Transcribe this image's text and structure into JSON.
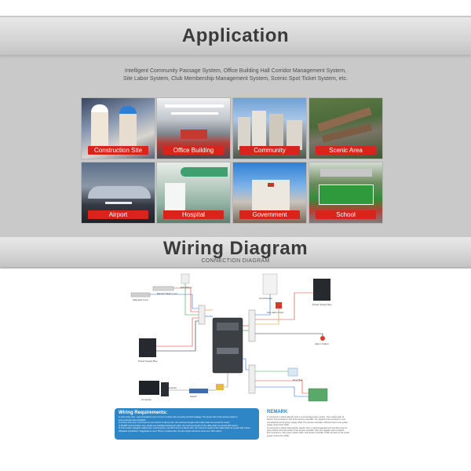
{
  "application": {
    "title": "Application",
    "description_line1": "Intelligent Community Passage System, Office Building Hall Corridor Management System,",
    "description_line2": "Site Labor System, Club Membership Management System, Scenic Spot Ticket System, etc.",
    "tiles": [
      {
        "label": "Construction Site"
      },
      {
        "label": "Office Building"
      },
      {
        "label": "Community"
      },
      {
        "label": "Scenic Area"
      },
      {
        "label": "Airport"
      },
      {
        "label": "Hospital"
      },
      {
        "label": "Government"
      },
      {
        "label": "School"
      }
    ]
  },
  "wiring": {
    "title": "Wiring Diagram",
    "subtitle": "CONNECTION DIAGRAM",
    "labels": {
      "electric_strike_lock": "Electric Strike Lock",
      "magnetic_lock": "Magnetic Lock",
      "exit_button": "Exit Button",
      "power_supply_left": "Power Supply Box",
      "card_reader": "Card Reader",
      "power_supply_right": "Power Supply Box",
      "fire_alarm_input": "Fire Alarm Input",
      "alarm_output": "Alarm Output",
      "door_bell": "Door Bell",
      "computer": "Computer",
      "switch": "Switch",
      "network_cable": "Network"
    },
    "requirements": {
      "title": "Wiring Requirements:",
      "lines": [
        "1) 12V power wire - recommended to use 1.0 mm² or above wire as power and lock leakage. The power wire of the access reader is",
        "   recommended using Sheilded.",
        "2) Access lock wire: recommend to use 0.5mm² or above wire, the maximum length of the cable shall not exceed 50 meters.",
        "3) RS485 communication wire: please use shielded twisted pair cable, the maximum length of the cable shall not exceed 500 meters.",
        "4) Card reader (wiegand reader) wire: recommend to use 8P, 0.5mm² or above wire, the maximum length of the cable shall not exceed 100 meters.",
        "   (Wiegand Input/Alarm: Suggested to use 0.75mm² or above wire, the wire length cannot be more over 100 meters)"
      ]
    },
    "remark": {
      "title": "REMARK",
      "lines": [
        "1) Connector 1 (Door) Electric lock is a connecting power source. The positive pole of",
        "   electric lock connects to NC of the access controller; the negative pole connects to com",
        "   and attached to the power supply GND. The access controller COM and lock to the power",
        "   supply output from GND.",
        "2) Connector 2 (Door) Alternatively, electric lock or electromagnetic lock 12V DC power is",
        "   given directly from the board of the access controller (NC) the negative pole of electric",
        "   lock connects to 12V power supply GND, and access controller COM connects to the power",
        "   supply output from GND."
      ]
    }
  }
}
